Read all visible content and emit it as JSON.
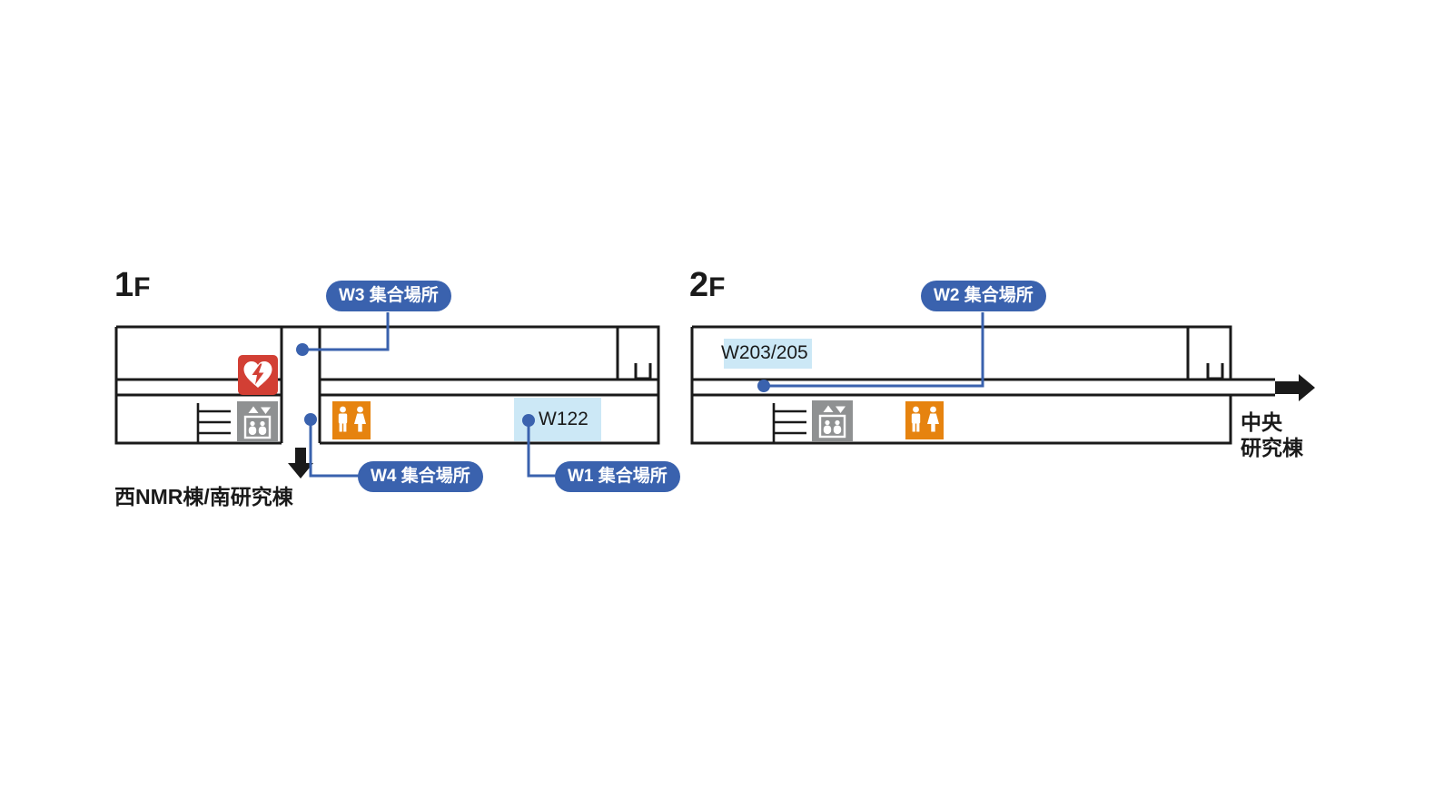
{
  "colors": {
    "badge_blue": "#3a62ae",
    "line_blue": "#3a62ae",
    "highlight_blue": "#cce8f6",
    "aed_red": "#d23f34",
    "restroom_orange": "#e6830f",
    "elevator_gray": "#8f9192",
    "wall_black": "#1a1a1a"
  },
  "floor1": {
    "label_number": "1",
    "label_suffix": "F",
    "badge_w3": "W3 集合場所",
    "badge_w4": "W4 集合場所",
    "badge_w1": "W1 集合場所",
    "room_w122": "W122",
    "exit_label": "西NMR棟/南研究棟"
  },
  "floor2": {
    "label_number": "2",
    "label_suffix": "F",
    "badge_w2": "W2 集合場所",
    "room_w203": "W203/205",
    "exit_line1": "中央",
    "exit_line2": "研究棟"
  },
  "icons": {
    "aed": "aed-icon",
    "elevator": "elevator-icon",
    "restroom": "restroom-icon",
    "stairs": "stairs-icon",
    "exit_down": "down-arrow-icon",
    "exit_right": "right-arrow-icon"
  }
}
